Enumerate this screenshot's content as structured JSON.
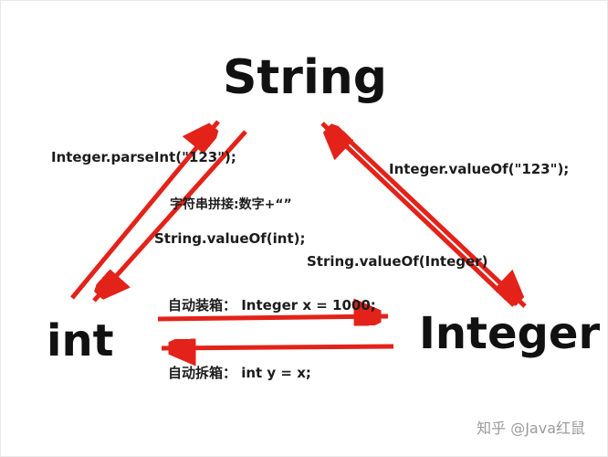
{
  "diagram": {
    "nodes": {
      "string": "String",
      "int": "int",
      "integer": "Integer"
    },
    "labels": {
      "parse_int": "Integer.parseInt(\"123\");",
      "concat": "字符串拼接:数字+“”",
      "string_valueof_int": "String.valueOf(int);",
      "integer_valueof": "Integer.valueOf(\"123\");",
      "string_valueof_integer": "String.valueOf(Integer)",
      "autobox": "自动装箱： Integer x = 1000;",
      "unbox": "自动拆箱： int y = x;"
    },
    "colors": {
      "arrow": "#e32219",
      "text": "#1c1c1c",
      "watermark": "#9b9b9b"
    },
    "watermark": "知乎 @Java红鼠"
  }
}
